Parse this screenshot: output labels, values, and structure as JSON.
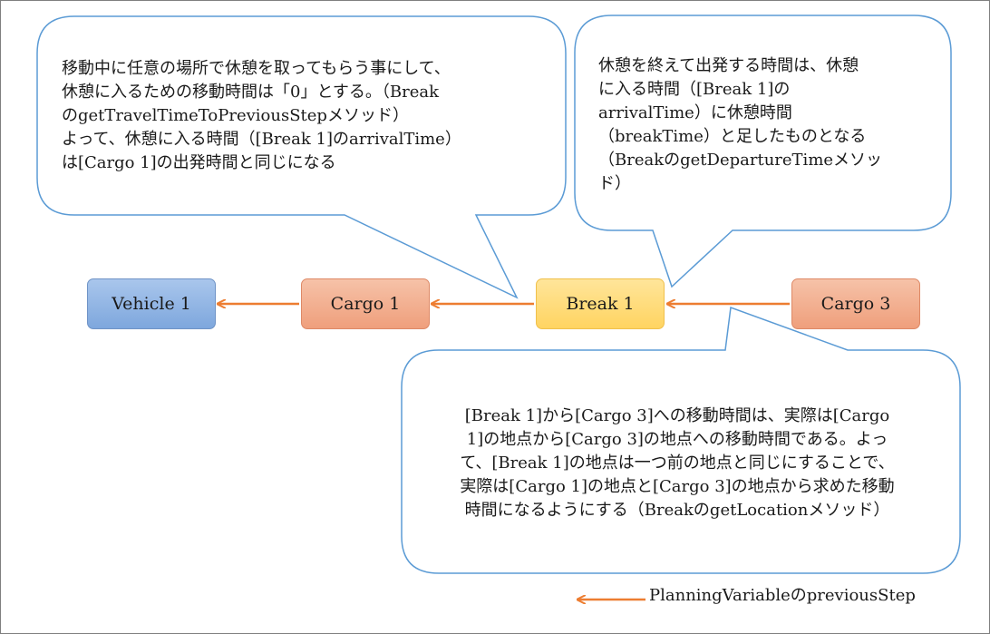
{
  "nodes": {
    "vehicle1": "Vehicle 1",
    "cargo1": "Cargo 1",
    "break1": "Break 1",
    "cargo3": "Cargo 3"
  },
  "callouts": {
    "top_left": "移動中に任意の場所で休憩を取ってもらう事にして、\n休憩に入るための移動時間は「0」とする。（Break\nのgetTravelTimeToPreviousStepメソッド）\nよって、休憩に入る時間（[Break 1]のarrivalTime）\nは[Cargo 1]の出発時間と同じになる",
    "top_right": "休憩を終えて出発する時間は、休憩\nに入る時間（[Break 1]の\narrivalTime）に休憩時間\n（breakTime）と足したものとなる\n（BreakのgetDepartureTimeメソッ\nド）",
    "bottom": "[Break 1]から[Cargo 3]への移動時間は、実際は[Cargo\n1]の地点から[Cargo 3]の地点への移動時間である。よっ\nて、[Break 1]の地点は一つ前の地点と同じにすることで、\n実際は[Cargo 1]の地点と[Cargo 3]の地点から求めた移動\n時間になるようにする（BreakのgetLocationメソッド）"
  },
  "legend": {
    "label": "PlanningVariableのpreviousStep"
  },
  "colors": {
    "arrow": "#ED7D31",
    "callout_border": "#5B9BD5",
    "vehicle_fill": "#8EB4E3",
    "cargo_fill": "#F4B183",
    "break_fill": "#FFD966"
  }
}
